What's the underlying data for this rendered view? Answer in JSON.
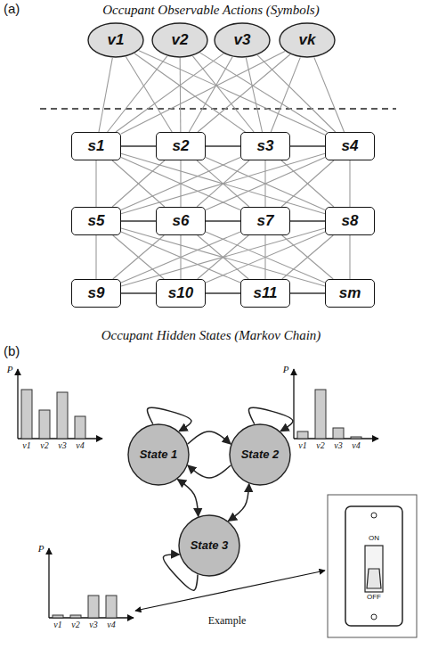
{
  "diagram": {
    "nodes": [
      {
        "text": [
          "v1"
        ]
      },
      {
        "text": [
          "v2"
        ]
      },
      {
        "text": [
          "v3"
        ]
      },
      {
        "text": [
          "vk"
        ]
      },
      {
        "text": [
          "s1"
        ]
      },
      {
        "text": [
          "s2"
        ]
      },
      {
        "text": [
          "s3"
        ]
      },
      {
        "text": [
          "s4"
        ]
      },
      {
        "text": [
          "s5"
        ]
      },
      {
        "text": [
          "s6"
        ]
      },
      {
        "text": [
          "s7"
        ]
      },
      {
        "text": [
          "s8"
        ]
      },
      {
        "text": [
          "s9"
        ]
      },
      {
        "text": [
          "s10"
        ]
      },
      {
        "text": [
          "s11"
        ]
      },
      {
        "text": [
          "sm"
        ]
      },
      {
        "text": [
          "State 1"
        ]
      },
      {
        "text": [
          "State 2"
        ]
      },
      {
        "text": [
          "State 3"
        ]
      }
    ],
    "edges": [
      {
        "from": 0,
        "to": 4,
        "arrow": "none"
      },
      {
        "from": 0,
        "to": 5,
        "arrow": "none"
      },
      {
        "from": 0,
        "to": 6,
        "arrow": "none"
      },
      {
        "from": 0,
        "to": 7,
        "arrow": "none"
      },
      {
        "from": 1,
        "to": 4,
        "arrow": "none"
      },
      {
        "from": 1,
        "to": 5,
        "arrow": "none"
      },
      {
        "from": 1,
        "to": 6,
        "arrow": "none"
      },
      {
        "from": 1,
        "to": 7,
        "arrow": "none"
      },
      {
        "from": 2,
        "to": 4,
        "arrow": "none"
      },
      {
        "from": 2,
        "to": 5,
        "arrow": "none"
      },
      {
        "from": 2,
        "to": 6,
        "arrow": "none"
      },
      {
        "from": 2,
        "to": 7,
        "arrow": "none"
      },
      {
        "from": 3,
        "to": 4,
        "arrow": "none"
      },
      {
        "from": 3,
        "to": 5,
        "arrow": "none"
      },
      {
        "from": 3,
        "to": 6,
        "arrow": "none"
      },
      {
        "from": 3,
        "to": 7,
        "arrow": "none"
      },
      {
        "from": 4,
        "to": 5,
        "arrow": "none"
      },
      {
        "from": 5,
        "to": 6,
        "arrow": "none"
      },
      {
        "from": 6,
        "to": 7,
        "arrow": "none"
      },
      {
        "from": 8,
        "to": 9,
        "arrow": "none"
      },
      {
        "from": 9,
        "to": 10,
        "arrow": "none"
      },
      {
        "from": 10,
        "to": 11,
        "arrow": "none"
      },
      {
        "from": 12,
        "to": 13,
        "arrow": "none"
      },
      {
        "from": 13,
        "to": 14,
        "arrow": "none"
      },
      {
        "from": 14,
        "to": 15,
        "arrow": "none"
      },
      {
        "from": 4,
        "to": 8,
        "arrow": "none"
      },
      {
        "from": 4,
        "to": 9,
        "arrow": "none"
      },
      {
        "from": 4,
        "to": 10,
        "arrow": "none"
      },
      {
        "from": 4,
        "to": 11,
        "arrow": "none"
      },
      {
        "from": 5,
        "to": 8,
        "arrow": "none"
      },
      {
        "from": 5,
        "to": 9,
        "arrow": "none"
      },
      {
        "from": 5,
        "to": 10,
        "arrow": "none"
      },
      {
        "from": 5,
        "to": 11,
        "arrow": "none"
      },
      {
        "from": 6,
        "to": 8,
        "arrow": "none"
      },
      {
        "from": 6,
        "to": 9,
        "arrow": "none"
      },
      {
        "from": 6,
        "to": 10,
        "arrow": "none"
      },
      {
        "from": 6,
        "to": 11,
        "arrow": "none"
      },
      {
        "from": 7,
        "to": 8,
        "arrow": "none"
      },
      {
        "from": 7,
        "to": 9,
        "arrow": "none"
      },
      {
        "from": 7,
        "to": 10,
        "arrow": "none"
      },
      {
        "from": 7,
        "to": 11,
        "arrow": "none"
      },
      {
        "from": 8,
        "to": 12,
        "arrow": "none"
      },
      {
        "from": 8,
        "to": 13,
        "arrow": "none"
      },
      {
        "from": 8,
        "to": 14,
        "arrow": "none"
      },
      {
        "from": 8,
        "to": 15,
        "arrow": "none"
      },
      {
        "from": 9,
        "to": 12,
        "arrow": "none"
      },
      {
        "from": 9,
        "to": 13,
        "arrow": "none"
      },
      {
        "from": 9,
        "to": 14,
        "arrow": "none"
      },
      {
        "from": 9,
        "to": 15,
        "arrow": "none"
      },
      {
        "from": 10,
        "to": 12,
        "arrow": "none"
      },
      {
        "from": 10,
        "to": 13,
        "arrow": "none"
      },
      {
        "from": 10,
        "to": 14,
        "arrow": "none"
      },
      {
        "from": 10,
        "to": 15,
        "arrow": "none"
      },
      {
        "from": 11,
        "to": 12,
        "arrow": "none"
      },
      {
        "from": 11,
        "to": 13,
        "arrow": "none"
      },
      {
        "from": 11,
        "to": 14,
        "arrow": "none"
      },
      {
        "from": 11,
        "to": 15,
        "arrow": "none"
      },
      {
        "from": 16,
        "to": 17,
        "arrow": "to"
      },
      {
        "from": 17,
        "to": 16,
        "arrow": "to"
      },
      {
        "from": 16,
        "to": 18,
        "arrow": "both"
      },
      {
        "from": 17,
        "to": 18,
        "arrow": "both"
      },
      {
        "from": 16,
        "to": 16,
        "arrow": "to"
      },
      {
        "from": 17,
        "to": 17,
        "arrow": "to"
      },
      {
        "from": 18,
        "to": 18,
        "arrow": "to"
      }
    ],
    "labels": [
      "(a)",
      "Occupant Observable Actions (Symbols)",
      "Occupant Hidden States (Markov Chain)",
      "(b)",
      "P",
      "v1",
      "v2",
      "v3",
      "v4",
      "P",
      "v1",
      "v2",
      "v3",
      "v4",
      "P",
      "v1",
      "v2",
      "v3",
      "v4",
      "Example",
      "ON",
      "OFF"
    ]
  }
}
